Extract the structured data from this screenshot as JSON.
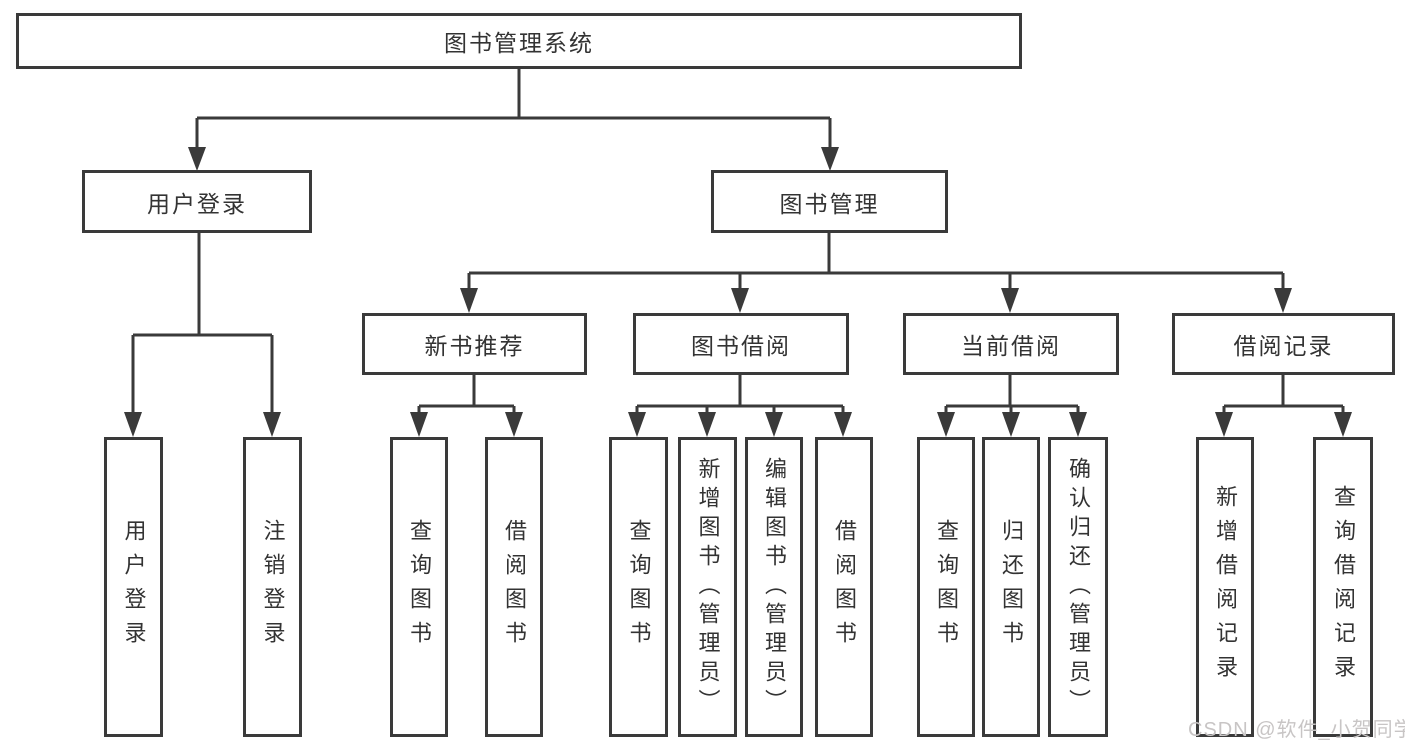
{
  "nodes": {
    "root": "图书管理系统",
    "user_login": "用户登录",
    "book_mgmt": "图书管理",
    "new_book_rec": "新书推荐",
    "book_borrow": "图书借阅",
    "current_borrow": "当前借阅",
    "borrow_record": "借阅记录",
    "ul_user_login": "用户登录",
    "ul_logout": "注销登录",
    "nbr_query_book": "查询图书",
    "nbr_borrow_book": "借阅图书",
    "bb_query_book": "查询图书",
    "bb_add_book": "新增图书（管理员）",
    "bb_edit_book": "编辑图书（管理员）",
    "bb_borrow_book": "借阅图书",
    "cb_query_book": "查询图书",
    "cb_return_book": "归还图书",
    "cb_confirm_return": "确认归还（管理员）",
    "br_add_record": "新增借阅记录",
    "br_query_record": "查询借阅记录"
  },
  "structure": {
    "图书管理系统": {
      "用户登录": [
        "用户登录",
        "注销登录"
      ],
      "图书管理": {
        "新书推荐": [
          "查询图书",
          "借阅图书"
        ],
        "图书借阅": [
          "查询图书",
          "新增图书（管理员）",
          "编辑图书（管理员）",
          "借阅图书"
        ],
        "当前借阅": [
          "查询图书",
          "归还图书",
          "确认归还（管理员）"
        ],
        "借阅记录": [
          "新增借阅记录",
          "查询借阅记录"
        ]
      }
    }
  },
  "watermark": "CSDN @软件_小贺同学",
  "colors": {
    "line": "#3a3a3a",
    "text": "#333333",
    "watermark": "#c8c5c5",
    "background": "#ffffff"
  }
}
